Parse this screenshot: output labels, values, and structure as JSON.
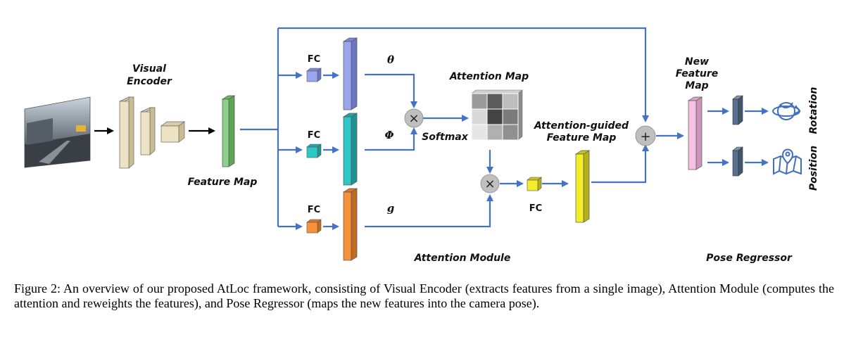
{
  "labels": {
    "visual_encoder": [
      "Visual",
      "Encoder"
    ],
    "feature_map": "Feature Map",
    "fc": "FC",
    "theta": "θ",
    "phi": "Φ",
    "g": "g",
    "attention_map": "Attention Map",
    "softmax": "Softmax",
    "attention_guided": [
      "Attention-guided",
      "Feature Map"
    ],
    "new_feature_map": [
      "New",
      "Feature",
      "Map"
    ],
    "rotation": "Rotation",
    "position": "Position",
    "attention_module": "Attention Module",
    "pose_regressor": "Pose Regressor"
  },
  "operators": {
    "multiply": "×",
    "add": "+"
  },
  "colors": {
    "arrow": "#4472c4",
    "encoder": "#ede3c4",
    "feature_map": "#8fd18a",
    "theta": "#9aa6ee",
    "phi": "#2ec7c5",
    "g": "#f7923a",
    "attended": "#f3ee2a",
    "new_feature": "#f6c2e3",
    "regressor": "#5a6f8f"
  },
  "attention_grid": [
    [
      "#9a9a9a",
      "#5c5c5c",
      "#bdbdbd"
    ],
    [
      "#d9d9d9",
      "#444444",
      "#7b7b7b"
    ],
    [
      "#e6e6e6",
      "#b0b0b0",
      "#909090"
    ]
  ],
  "caption": "Figure 2: An overview of our proposed AtLoc framework, consisting of Visual Encoder (extracts features from a single image), Attention Module (computes the attention and reweights the features), and Pose Regressor (maps the new features into the camera pose)."
}
